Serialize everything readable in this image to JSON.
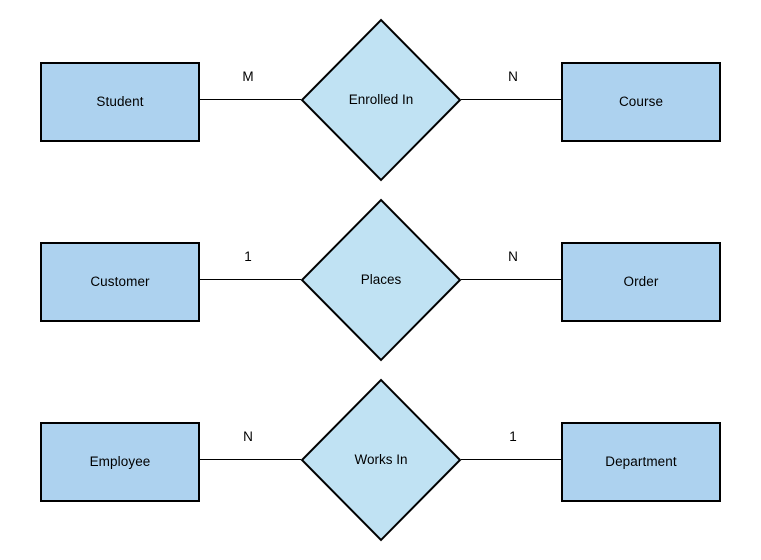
{
  "diagram": {
    "type": "entity-relationship-diagram",
    "background_color": "#FFFFFF",
    "entity_fill": "#ADD2EF",
    "relationship_fill": "#C0E2F3",
    "stroke_color": "#000000",
    "rows": [
      {
        "left_entity": "Student",
        "left_cardinality": "M",
        "relationship": "Enrolled In",
        "right_cardinality": "N",
        "right_entity": "Course"
      },
      {
        "left_entity": "Customer",
        "left_cardinality": "1",
        "relationship": "Places",
        "right_cardinality": "N",
        "right_entity": "Order"
      },
      {
        "left_entity": "Employee",
        "left_cardinality": "N",
        "relationship": "Works In",
        "right_cardinality": "1",
        "right_entity": "Department"
      }
    ]
  }
}
